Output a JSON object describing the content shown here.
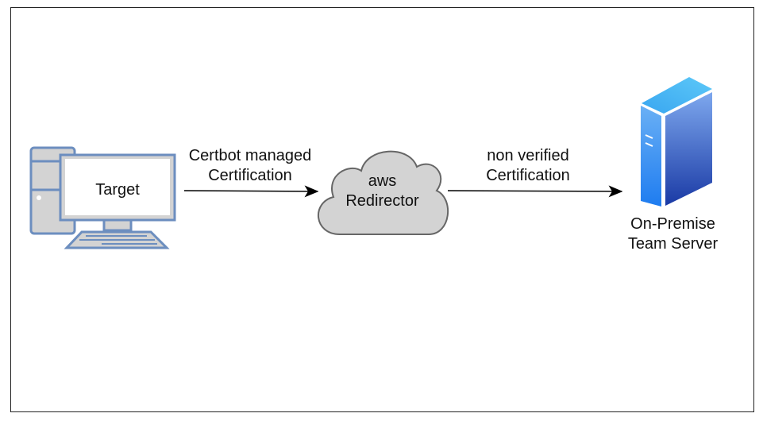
{
  "nodes": {
    "target": {
      "label": "Target",
      "icon": "desktop-computer-icon"
    },
    "redirector": {
      "line1": "aws",
      "line2": "Redirector",
      "icon": "cloud-icon"
    },
    "server": {
      "line1": "On-Premise",
      "line2": "Team Server",
      "icon": "server-icon"
    }
  },
  "edges": {
    "target_to_redirector": {
      "line1": "Certbot managed",
      "line2": "Certification"
    },
    "redirector_to_server": {
      "line1": "non verified",
      "line2": "Certification"
    }
  },
  "colors": {
    "computer_stroke": "#6c8ebf",
    "computer_fill": "#d3d3d3",
    "cloud_fill": "#d3d3d3",
    "cloud_stroke": "#666666",
    "server_light": "#4fc3f7",
    "server_dark": "#1a3fa8"
  }
}
